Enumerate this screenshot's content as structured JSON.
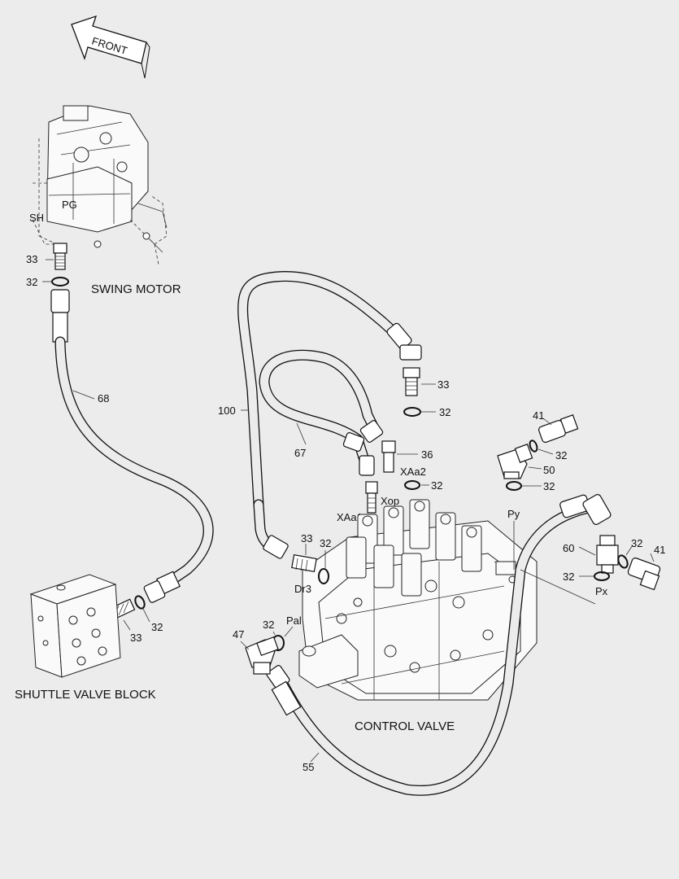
{
  "diagram": {
    "front_label": "FRONT",
    "components": {
      "swing_motor": "SWING MOTOR",
      "shuttle_valve_block": "SHUTTLE VALVE BLOCK",
      "control_valve": "CONTROL VALVE"
    },
    "ports": {
      "sh": "SH",
      "pg": "PG",
      "xaa2": "XAa2",
      "xop": "Xop",
      "xaa1": "XAa1",
      "dr3": "Dr3",
      "pal": "Pal",
      "py": "Py",
      "px": "Px"
    },
    "callouts": {
      "c33a": "33",
      "c32a": "32",
      "c68": "68",
      "c33b": "33",
      "c32b": "32",
      "c100": "100",
      "c67": "67",
      "c33c": "33",
      "c32c": "32",
      "c36": "36",
      "c32d": "32",
      "c41a": "41",
      "c32e": "32",
      "c50": "50",
      "c32f": "32",
      "c33d": "33",
      "c32g": "32",
      "c60": "60",
      "c32h": "32",
      "c41b": "41",
      "c32i": "32",
      "c32j": "32",
      "c47": "47",
      "c55": "55"
    }
  }
}
